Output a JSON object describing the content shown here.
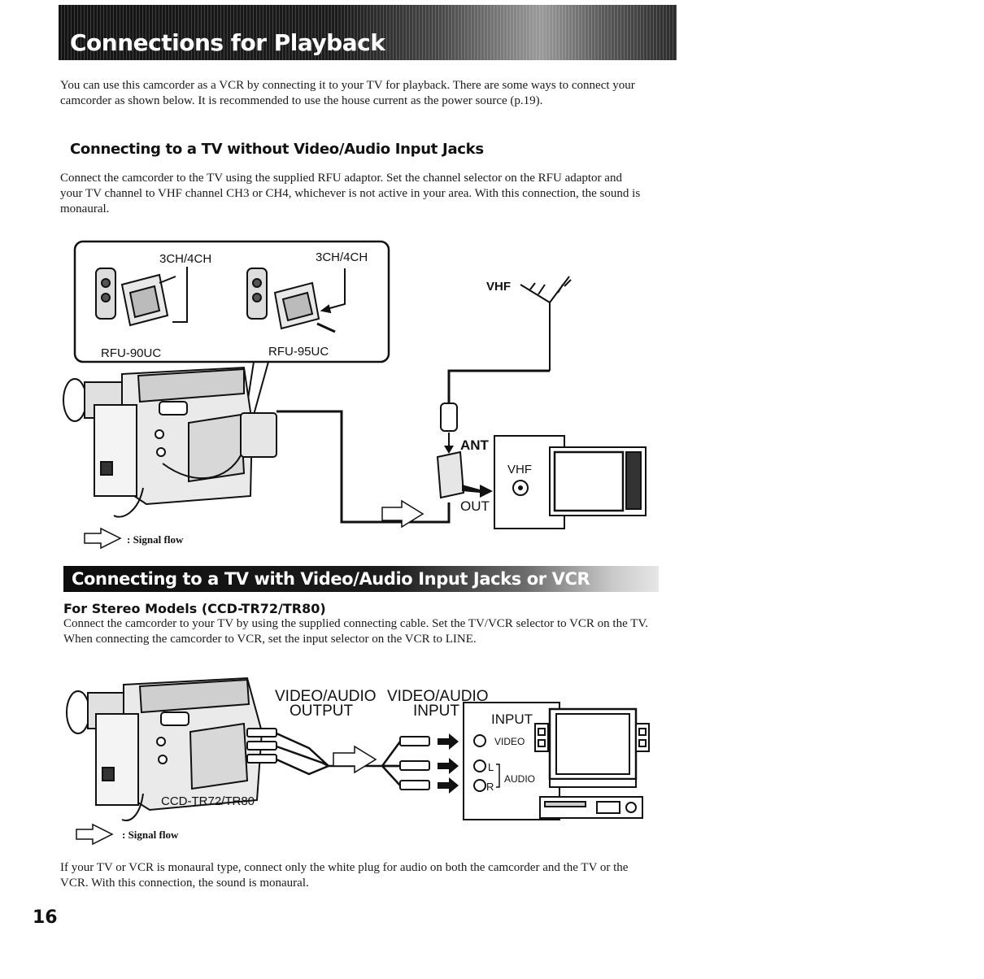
{
  "header": {
    "title": "Connections for Playback"
  },
  "intro": "You can use this camcorder as a VCR by connecting it to your TV for playback. There are some ways to connect your camcorder as shown below. It is recommended to use the house current as the power source (p.19).",
  "section1": {
    "heading": "Connecting to a TV without Video/Audio Input Jacks",
    "body": "Connect the camcorder to the TV using the supplied RFU adaptor. Set the channel selector on the RFU adaptor and your TV channel to VHF channel CH3 or CH4, whichever is not active in your area. With this connection, the sound is monaural.",
    "diagram": {
      "channel_left": "3CH/4CH",
      "channel_right": "3CH/4CH",
      "adaptor_left": "RFU-90UC",
      "adaptor_right": "RFU-95UC",
      "vhf_antenna": "VHF",
      "ant": "ANT",
      "vhf_tv": "VHF",
      "out": "OUT",
      "signal_flow": ": Signal flow"
    }
  },
  "section2": {
    "heading": "Connecting to a TV with Video/Audio Input Jacks or VCR",
    "subheading": "For Stereo Models (CCD-TR72/TR80)",
    "body": "Connect the camcorder to your TV by using the supplied connecting cable. Set the TV/VCR selector to VCR on the TV. When connecting the camcorder to VCR, set the input selector on the VCR to LINE.",
    "diagram": {
      "output_line1": "VIDEO/AUDIO",
      "output_line2": "OUTPUT",
      "input_line1": "VIDEO/AUDIO",
      "input_line2": "INPUT",
      "input_panel": "INPUT",
      "video": "VIDEO",
      "left": "L",
      "right": "R",
      "audio": "AUDIO",
      "model": "CCD-TR72/TR80",
      "signal_flow": ": Signal flow"
    },
    "note": "If your TV or VCR is monaural type, connect only the white plug for audio on both the camcorder and the TV or the VCR. With this connection, the sound is monaural."
  },
  "page_number": "16"
}
